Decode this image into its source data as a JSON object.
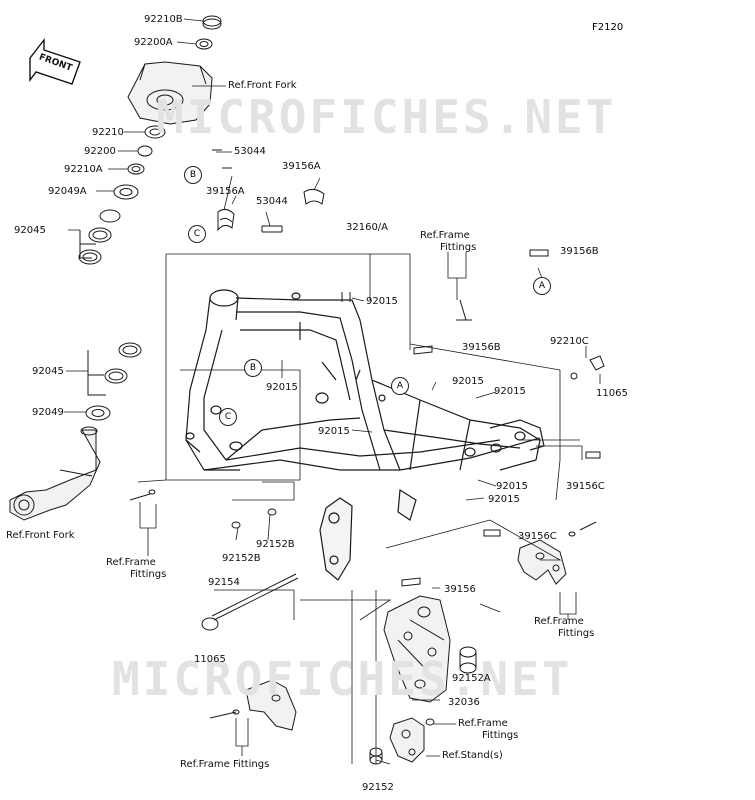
{
  "diagram": {
    "figure_code": "F2120",
    "watermark": "MICROFICHES.NET",
    "front_badge": "FRONT",
    "callouts": {
      "a": "A",
      "b": "B",
      "c": "C"
    },
    "labels": {
      "p92210b": "92210B",
      "p92200a": "92200A",
      "ref_front_fork_top": "Ref.Front Fork",
      "p92210": "92210",
      "p92200": "92200",
      "p92210a": "92210A",
      "p92049a": "92049A",
      "p92045_top": "92045",
      "p53044_a": "53044",
      "p39156a_a": "39156A",
      "p39156a_b": "39156A",
      "p53044_b": "53044",
      "p32160": "32160/A",
      "ref_frame_fittings_1a": "Ref.Frame",
      "ref_frame_fittings_1b": "Fittings",
      "p39156b_a": "39156B",
      "p92015_a": "92015",
      "p39156b_b": "39156B",
      "p92210c": "92210C",
      "p92015_b": "92015",
      "p92015_c": "92015",
      "p92015_d": "92015",
      "p11065_a": "11065",
      "p92015_e": "92015",
      "p92045_mid": "92045",
      "p92049": "92049",
      "p92015_f": "92015",
      "p39156c_a": "39156C",
      "p92015_g": "92015",
      "ref_front_fork_bottom": "Ref.Front Fork",
      "p92152b_a": "92152B",
      "p92152b_b": "92152B",
      "p39156c_b": "39156C",
      "ref_frame_fittings_2a": "Ref.Frame",
      "ref_frame_fittings_2b": "Fittings",
      "p92154": "92154",
      "ref_frame_fittings_3a": "Ref.Frame",
      "ref_frame_fittings_3b": "Fittings",
      "p39156": "39156",
      "p11065_b": "11065",
      "p92152a": "92152A",
      "p32036": "32036",
      "ref_frame_fittings_4a": "Ref.Frame",
      "ref_frame_fittings_4b": "Fittings",
      "ref_stands": "Ref.Stand(s)",
      "ref_frame_fittings_5": "Ref.Frame Fittings",
      "p92152": "92152"
    }
  }
}
